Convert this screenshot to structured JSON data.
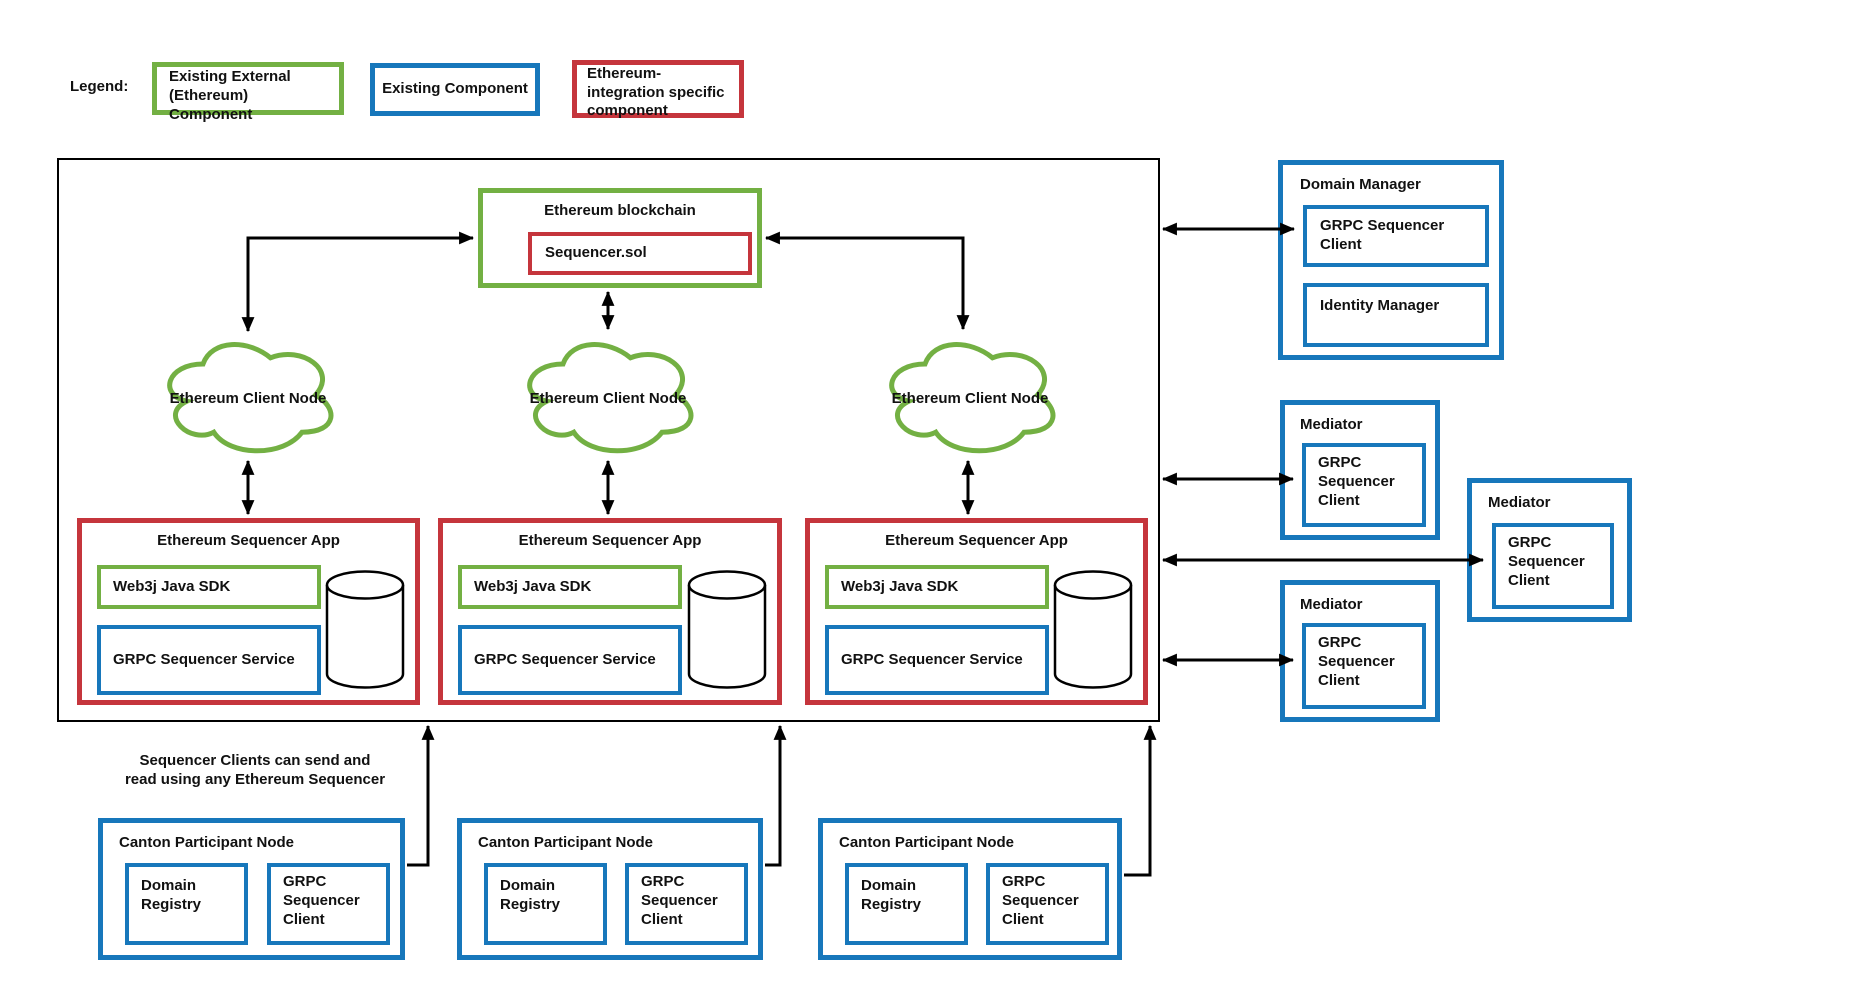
{
  "colors": {
    "green": "#73b043",
    "blue": "#1777bb",
    "red": "#c5353c",
    "line": "#000000"
  },
  "legend": {
    "label": "Legend:",
    "items": [
      {
        "label": "Existing External (Ethereum) Component",
        "color": "#73b043"
      },
      {
        "label": "Existing Component",
        "color": "#1777bb"
      },
      {
        "label": "Ethereum-integration specific component",
        "color": "#c5353c"
      }
    ]
  },
  "blockchain": {
    "title": "Ethereum blockchain",
    "contract": "Sequencer.sol"
  },
  "clouds": [
    {
      "label": "Ethereum Client Node"
    },
    {
      "label": "Ethereum Client Node"
    },
    {
      "label": "Ethereum Client Node"
    }
  ],
  "sequencer_apps": [
    {
      "title": "Ethereum Sequencer App",
      "sdk": "Web3j Java SDK",
      "service": "GRPC Sequencer Service"
    },
    {
      "title": "Ethereum Sequencer App",
      "sdk": "Web3j Java SDK",
      "service": "GRPC Sequencer Service"
    },
    {
      "title": "Ethereum Sequencer App",
      "sdk": "Web3j Java SDK",
      "service": "GRPC Sequencer Service"
    }
  ],
  "domain_manager": {
    "title": "Domain Manager",
    "grpc_client": "GRPC Sequencer Client",
    "identity_manager": "Identity Manager"
  },
  "mediators": [
    {
      "title": "Mediator",
      "grpc_client": "GRPC Sequencer Client"
    },
    {
      "title": "Mediator",
      "grpc_client": "GRPC Sequencer Client"
    },
    {
      "title": "Mediator",
      "grpc_client": "GRPC Sequencer Client"
    }
  ],
  "note": "Sequencer Clients can send and\nread using any Ethereum Sequencer",
  "canton_nodes": [
    {
      "title": "Canton Participant Node",
      "domain_registry": "Domain Registry",
      "grpc_client": "GRPC Sequencer Client"
    },
    {
      "title": "Canton Participant Node",
      "domain_registry": "Domain Registry",
      "grpc_client": "GRPC Sequencer Client"
    },
    {
      "title": "Canton Participant Node",
      "domain_registry": "Domain Registry",
      "grpc_client": "GRPC Sequencer Client"
    }
  ]
}
